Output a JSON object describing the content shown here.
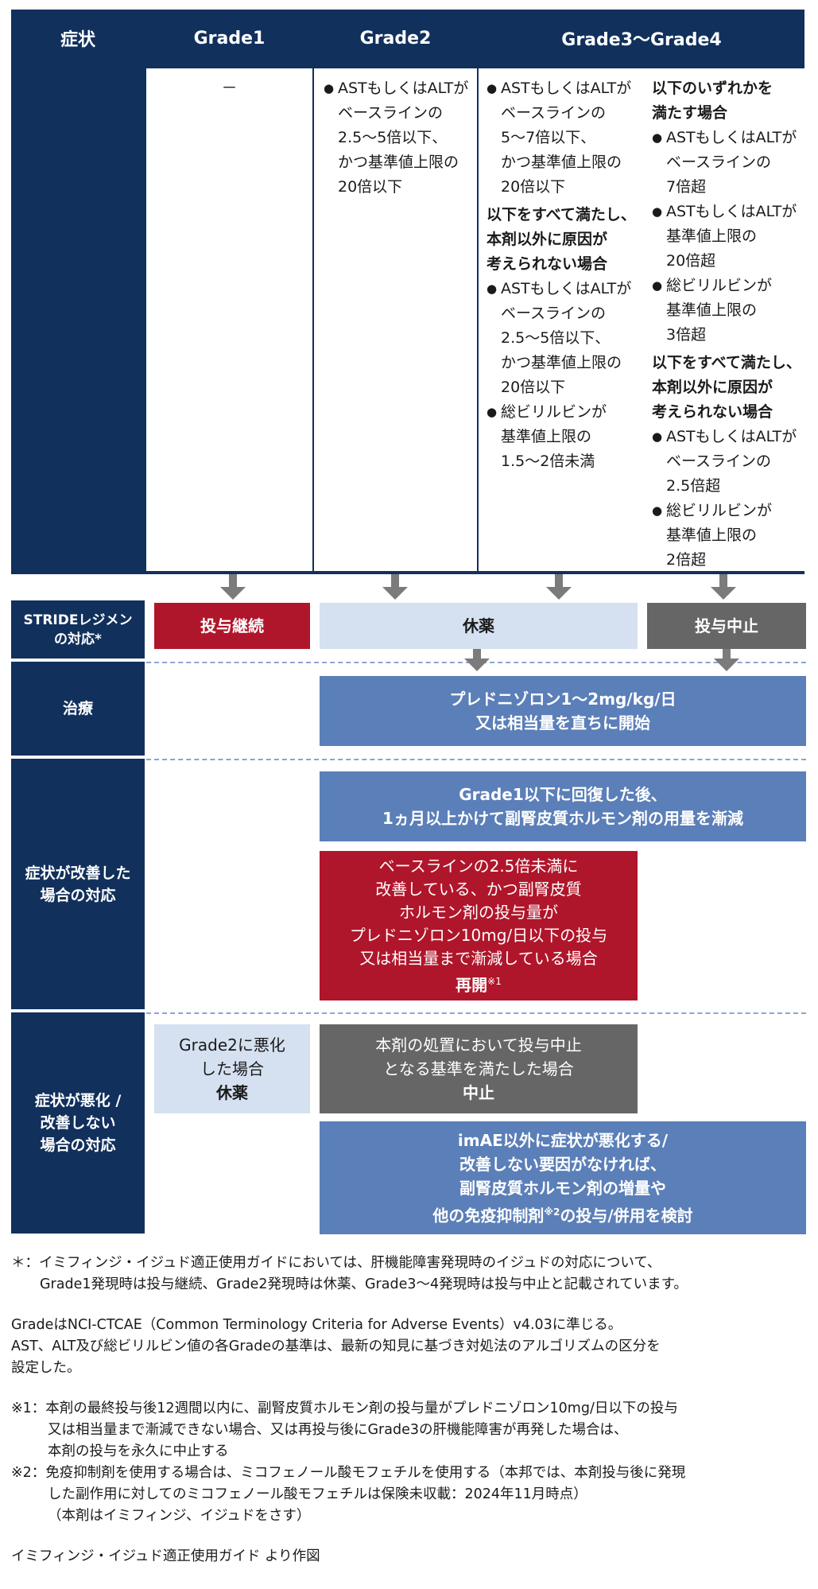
{
  "header": {
    "symptom": "症状",
    "grade1": "Grade1",
    "grade2": "Grade2",
    "grade34": "Grade3～Grade4"
  },
  "criteria": {
    "grade1": "－",
    "grade2_item": "ASTもしくはALTがベースラインの2.5～5倍以下、かつ基準値上限の20倍以下",
    "grade2_lines": [
      "ASTもしくはALTが",
      "ベースラインの",
      "2.5～5倍以下、",
      "かつ基準値上限の",
      "20倍以下"
    ],
    "grade3a": {
      "item1": [
        "ASTもしくはALTが",
        "ベースラインの",
        "5～7倍以下、",
        "かつ基準値上限の",
        "20倍以下"
      ],
      "head": [
        "以下をすべて満たし、",
        "本剤以外に原因が",
        "考えられない場合"
      ],
      "item2": [
        "ASTもしくはALTが",
        "ベースラインの",
        "2.5～5倍以下、",
        "かつ基準値上限の",
        "20倍以下"
      ],
      "item3": [
        "総ビリルビンが",
        "基準値上限の",
        "1.5～2倍未満"
      ]
    },
    "grade3b": {
      "head1": [
        "以下のいずれかを",
        "満たす場合"
      ],
      "item1": [
        "ASTもしくはALTが",
        "ベースラインの",
        "7倍超"
      ],
      "item2": [
        "ASTもしくはALTが",
        "基準値上限の",
        "20倍超"
      ],
      "item3": [
        "総ビリルビンが",
        "基準値上限の",
        "3倍超"
      ],
      "head2": [
        "以下をすべて満たし、",
        "本剤以外に原因が",
        "考えられない場合"
      ],
      "item4": [
        "ASTもしくはALTが",
        "ベースラインの",
        "2.5倍超"
      ],
      "item5": [
        "総ビリルビンが",
        "基準値上限の",
        "2倍超"
      ]
    }
  },
  "rows": {
    "stride_label": [
      "STRIDEレジメン",
      "の対応*"
    ],
    "continue": "投与継続",
    "hold": "休薬",
    "stop": "投与中止",
    "treatment_label": "治療",
    "treatment": [
      "プレドニゾロン1～2mg/kg/日",
      "又は相当量を直ちに開始"
    ],
    "improved_label": [
      "症状が改善した",
      "場合の対応"
    ],
    "taper": [
      "Grade1以下に回復した後、",
      "1ヵ月以上かけて副腎皮質ホルモン剤の用量を漸減"
    ],
    "resume": [
      "ベースラインの2.5倍未満に",
      "改善している、かつ副腎皮質",
      "ホルモン剤の投与量が",
      "プレドニゾロン10mg/日以下の投与",
      "又は相当量まで漸減している場合"
    ],
    "resume_bold": "再開",
    "resume_sup": "※1",
    "worsened_label": [
      "症状が悪化 /",
      "改善しない",
      "場合の対応"
    ],
    "grade2_worse": [
      "Grade2に悪化",
      "した場合"
    ],
    "grade2_worse_bold": "休薬",
    "stop_criteria": [
      "本剤の処置において投与中止",
      "となる基準を満たした場合"
    ],
    "stop_criteria_bold": "中止",
    "escalate_1": "imAE以外に症状が悪化する/",
    "escalate_2": "改善しない要因がなければ、",
    "escalate_3": "副腎皮質ホルモン剤の増量や",
    "escalate_4a": "他の免疫抑制剤",
    "escalate_sup": "※2",
    "escalate_4b": "の投与/併用を検討"
  },
  "notes": {
    "star_1": "＊：イミフィンジ・イジュド適正使用ガイドにおいては、肝機能障害発現時のイジュドの対応について、",
    "star_2": "Grade1発現時は投与継続、Grade2発現時は休薬、Grade3～4発現時は投与中止と記載されています。",
    "grade_1": "GradeはNCI-CTCAE（Common Terminology Criteria for Adverse Events）v4.03に準じる。",
    "grade_2": "AST、ALT及び総ビリルビン値の各Gradeの基準は、最新の知見に基づき対処法のアルゴリズムの区分を",
    "grade_3": "設定した。",
    "n1_1": "※1：本剤の最終投与後12週間以内に、副腎皮質ホルモン剤の投与量がプレドニゾロン10mg/日以下の投与",
    "n1_2": "又は相当量まで漸減できない場合、又は再投与後にGrade3の肝機能障害が再発した場合は、",
    "n1_3": "本剤の投与を永久に中止する",
    "n2_1": "※2：免疫抑制剤を使用する場合は、ミコフェノール酸モフェチルを使用する（本邦では、本剤投与後に発現",
    "n2_2": "した副作用に対してのミコフェノール酸モフェチルは保険未収載：2024年11月時点）",
    "n2_3": "（本剤はイミフィンジ、イジュドをさす）",
    "source": "イミフィンジ・イジュド適正使用ガイド より作図"
  }
}
